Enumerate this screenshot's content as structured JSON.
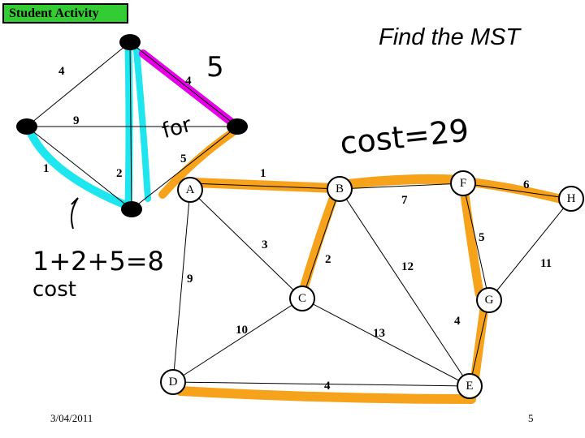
{
  "badge": "Student Activity",
  "title": "Find the MST",
  "footer": {
    "date": "3/04/2011",
    "page": "5"
  },
  "colors": {
    "orange": "#f7a21b",
    "cyan": "#1ee6ee",
    "magenta": "#e600e6",
    "badge": "#33cc33"
  },
  "small_graph": {
    "weights": {
      "top_left": "4",
      "horizontal": "9",
      "left_bottom": "1",
      "vertical": "2",
      "top_right": "4",
      "right_bottom": "5"
    },
    "notes": {
      "replacement_weight": "5",
      "for_note": "for",
      "sum": "1+2+5=8",
      "cost_word": "cost"
    }
  },
  "main_graph": {
    "nodes": {
      "A": "A",
      "B": "B",
      "C": "C",
      "D": "D",
      "E": "E",
      "F": "F",
      "G": "G",
      "H": "H"
    },
    "weights": {
      "AB": "1",
      "AC": "3",
      "AD": "9",
      "BC": "2",
      "BF": "7",
      "BE": "12",
      "FH": "6",
      "FG": "5",
      "GH": "11",
      "CD": "10",
      "CE": "13",
      "GE": "4",
      "DE": "4"
    },
    "cost_note": "cost=29"
  }
}
